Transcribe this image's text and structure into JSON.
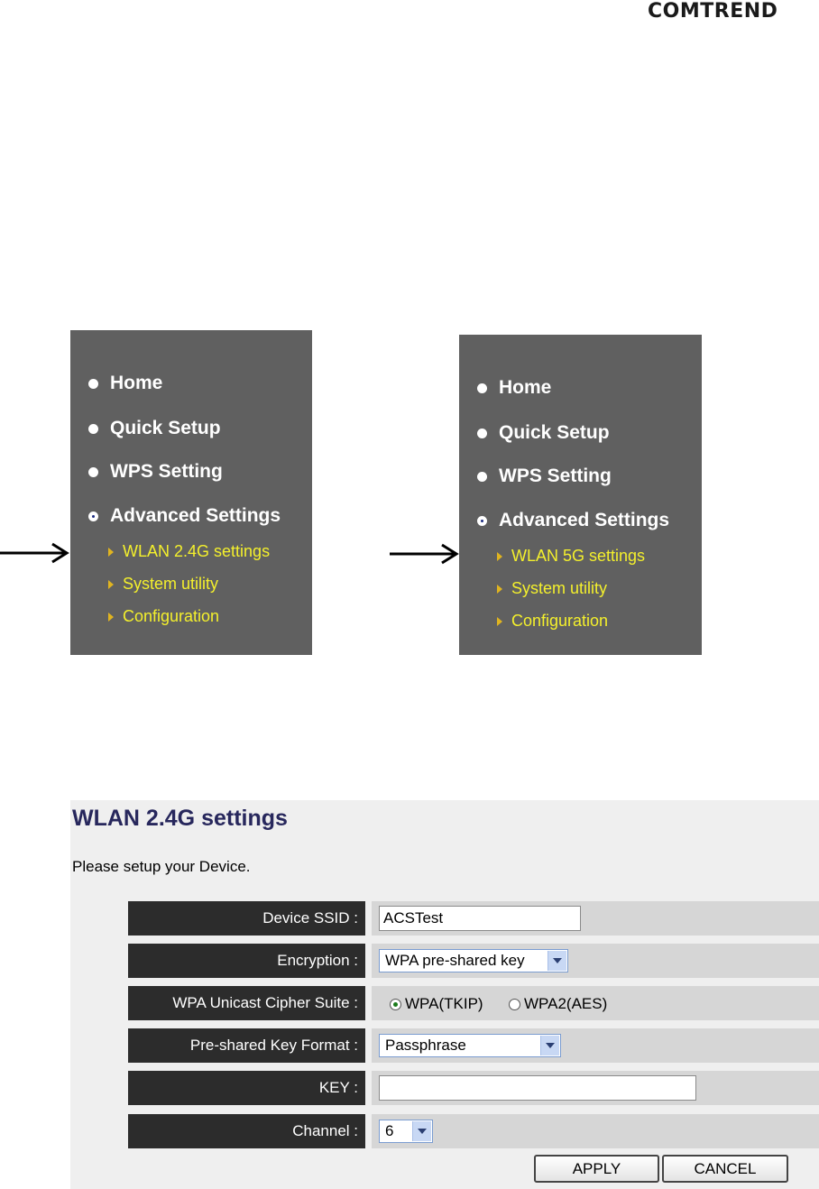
{
  "logo": "COMTREND",
  "menu_left": {
    "items": [
      "Home",
      "Quick Setup",
      "WPS Setting",
      "Advanced Settings"
    ],
    "subitems": [
      "WLAN 2.4G settings",
      "System utility",
      "Configuration"
    ]
  },
  "menu_right": {
    "items": [
      "Home",
      "Quick Setup",
      "WPS Setting",
      "Advanced Settings"
    ],
    "subitems": [
      "WLAN 5G settings",
      "System utility",
      "Configuration"
    ]
  },
  "panel": {
    "title": "WLAN 2.4G settings",
    "description": "Please setup your Device.",
    "fields": {
      "ssid": {
        "label": "Device SSID :",
        "value": "ACSTest"
      },
      "encryption": {
        "label": "Encryption :",
        "value": "WPA pre-shared key"
      },
      "cipher": {
        "label": "WPA Unicast Cipher Suite :",
        "options": [
          "WPA(TKIP)",
          "WPA2(AES)"
        ],
        "selected": "WPA(TKIP)"
      },
      "key_format": {
        "label": "Pre-shared Key Format :",
        "value": "Passphrase"
      },
      "key": {
        "label": "KEY :",
        "value": ""
      },
      "channel": {
        "label": "Channel :",
        "value": "6"
      }
    },
    "apply_label": "APPLY",
    "cancel_label": "CANCEL"
  }
}
